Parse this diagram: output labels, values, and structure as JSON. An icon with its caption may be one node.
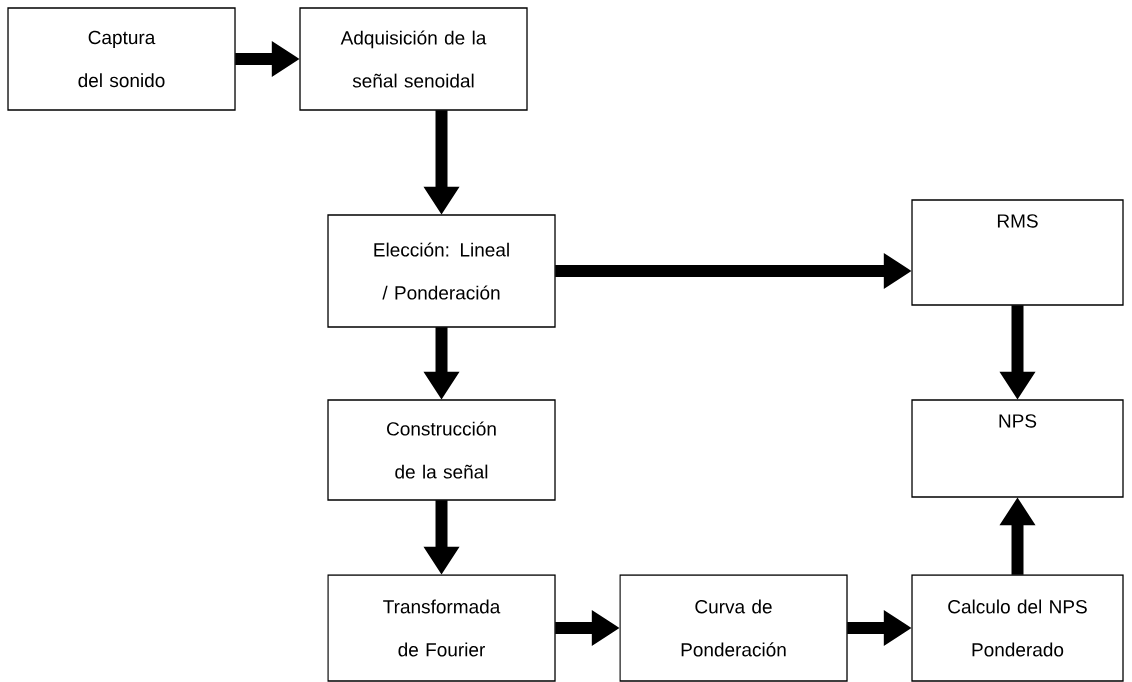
{
  "diagram": {
    "nodes": [
      {
        "text": [
          "Captura del sonido"
        ]
      },
      {
        "text": [
          "Adquisición de la señal senoidal"
        ]
      },
      {
        "text": [
          "Elección: Lineal / Ponderación"
        ]
      },
      {
        "text": [
          "RMS"
        ]
      },
      {
        "text": [
          "NPS"
        ]
      },
      {
        "text": [
          "Construcción de la señal"
        ]
      },
      {
        "text": [
          "Transformada de Fourier"
        ]
      },
      {
        "text": [
          "Curva de Ponderación"
        ]
      },
      {
        "text": [
          "Calculo del NPS Ponderado"
        ]
      }
    ],
    "edges": [
      {
        "from": 0,
        "to": 1,
        "arrow": "to"
      },
      {
        "from": 1,
        "to": 2,
        "arrow": "to"
      },
      {
        "from": 2,
        "to": 3,
        "arrow": "to"
      },
      {
        "from": 2,
        "to": 5,
        "arrow": "to"
      },
      {
        "from": 5,
        "to": 6,
        "arrow": "to"
      },
      {
        "from": 6,
        "to": 7,
        "arrow": "to"
      },
      {
        "from": 7,
        "to": 8,
        "arrow": "to"
      },
      {
        "from": 3,
        "to": 4,
        "arrow": "to"
      },
      {
        "from": 8,
        "to": 4,
        "arrow": "to"
      }
    ]
  }
}
